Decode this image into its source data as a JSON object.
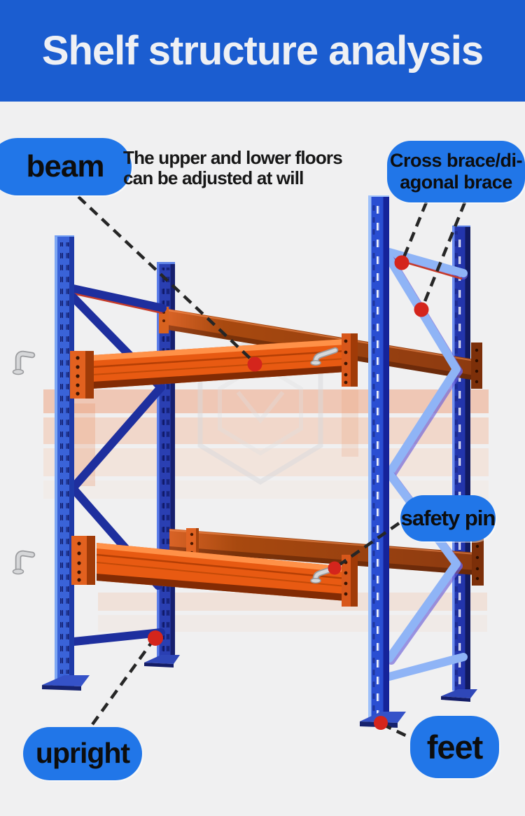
{
  "header": {
    "title": "Shelf structure analysis"
  },
  "note": {
    "line1": "The upper and lower floors",
    "line2": "can be adjusted at will"
  },
  "labels": {
    "beam": "beam",
    "cross_brace": {
      "line1": "Cross brace/di-",
      "line2": "agonal brace"
    },
    "safety_pin": "safety pin",
    "upright": "upright",
    "feet": "feet"
  },
  "colors": {
    "page_bg": "#f0f0f1",
    "banner_bg": "#1b5dd0",
    "banner_text": "#eef0f4",
    "label_bg": "#2176e8",
    "label_text": "#0d0d0d",
    "note_text": "#171717",
    "callout_line": "#262626",
    "callout_dot": "#d4251c",
    "upright_blue": "#3a63d8",
    "brace_navy": "#1e2f9e",
    "brace_light": "#8fb4f6",
    "beam_orange": "#e85a12",
    "beam_shadow": "#822b04"
  }
}
